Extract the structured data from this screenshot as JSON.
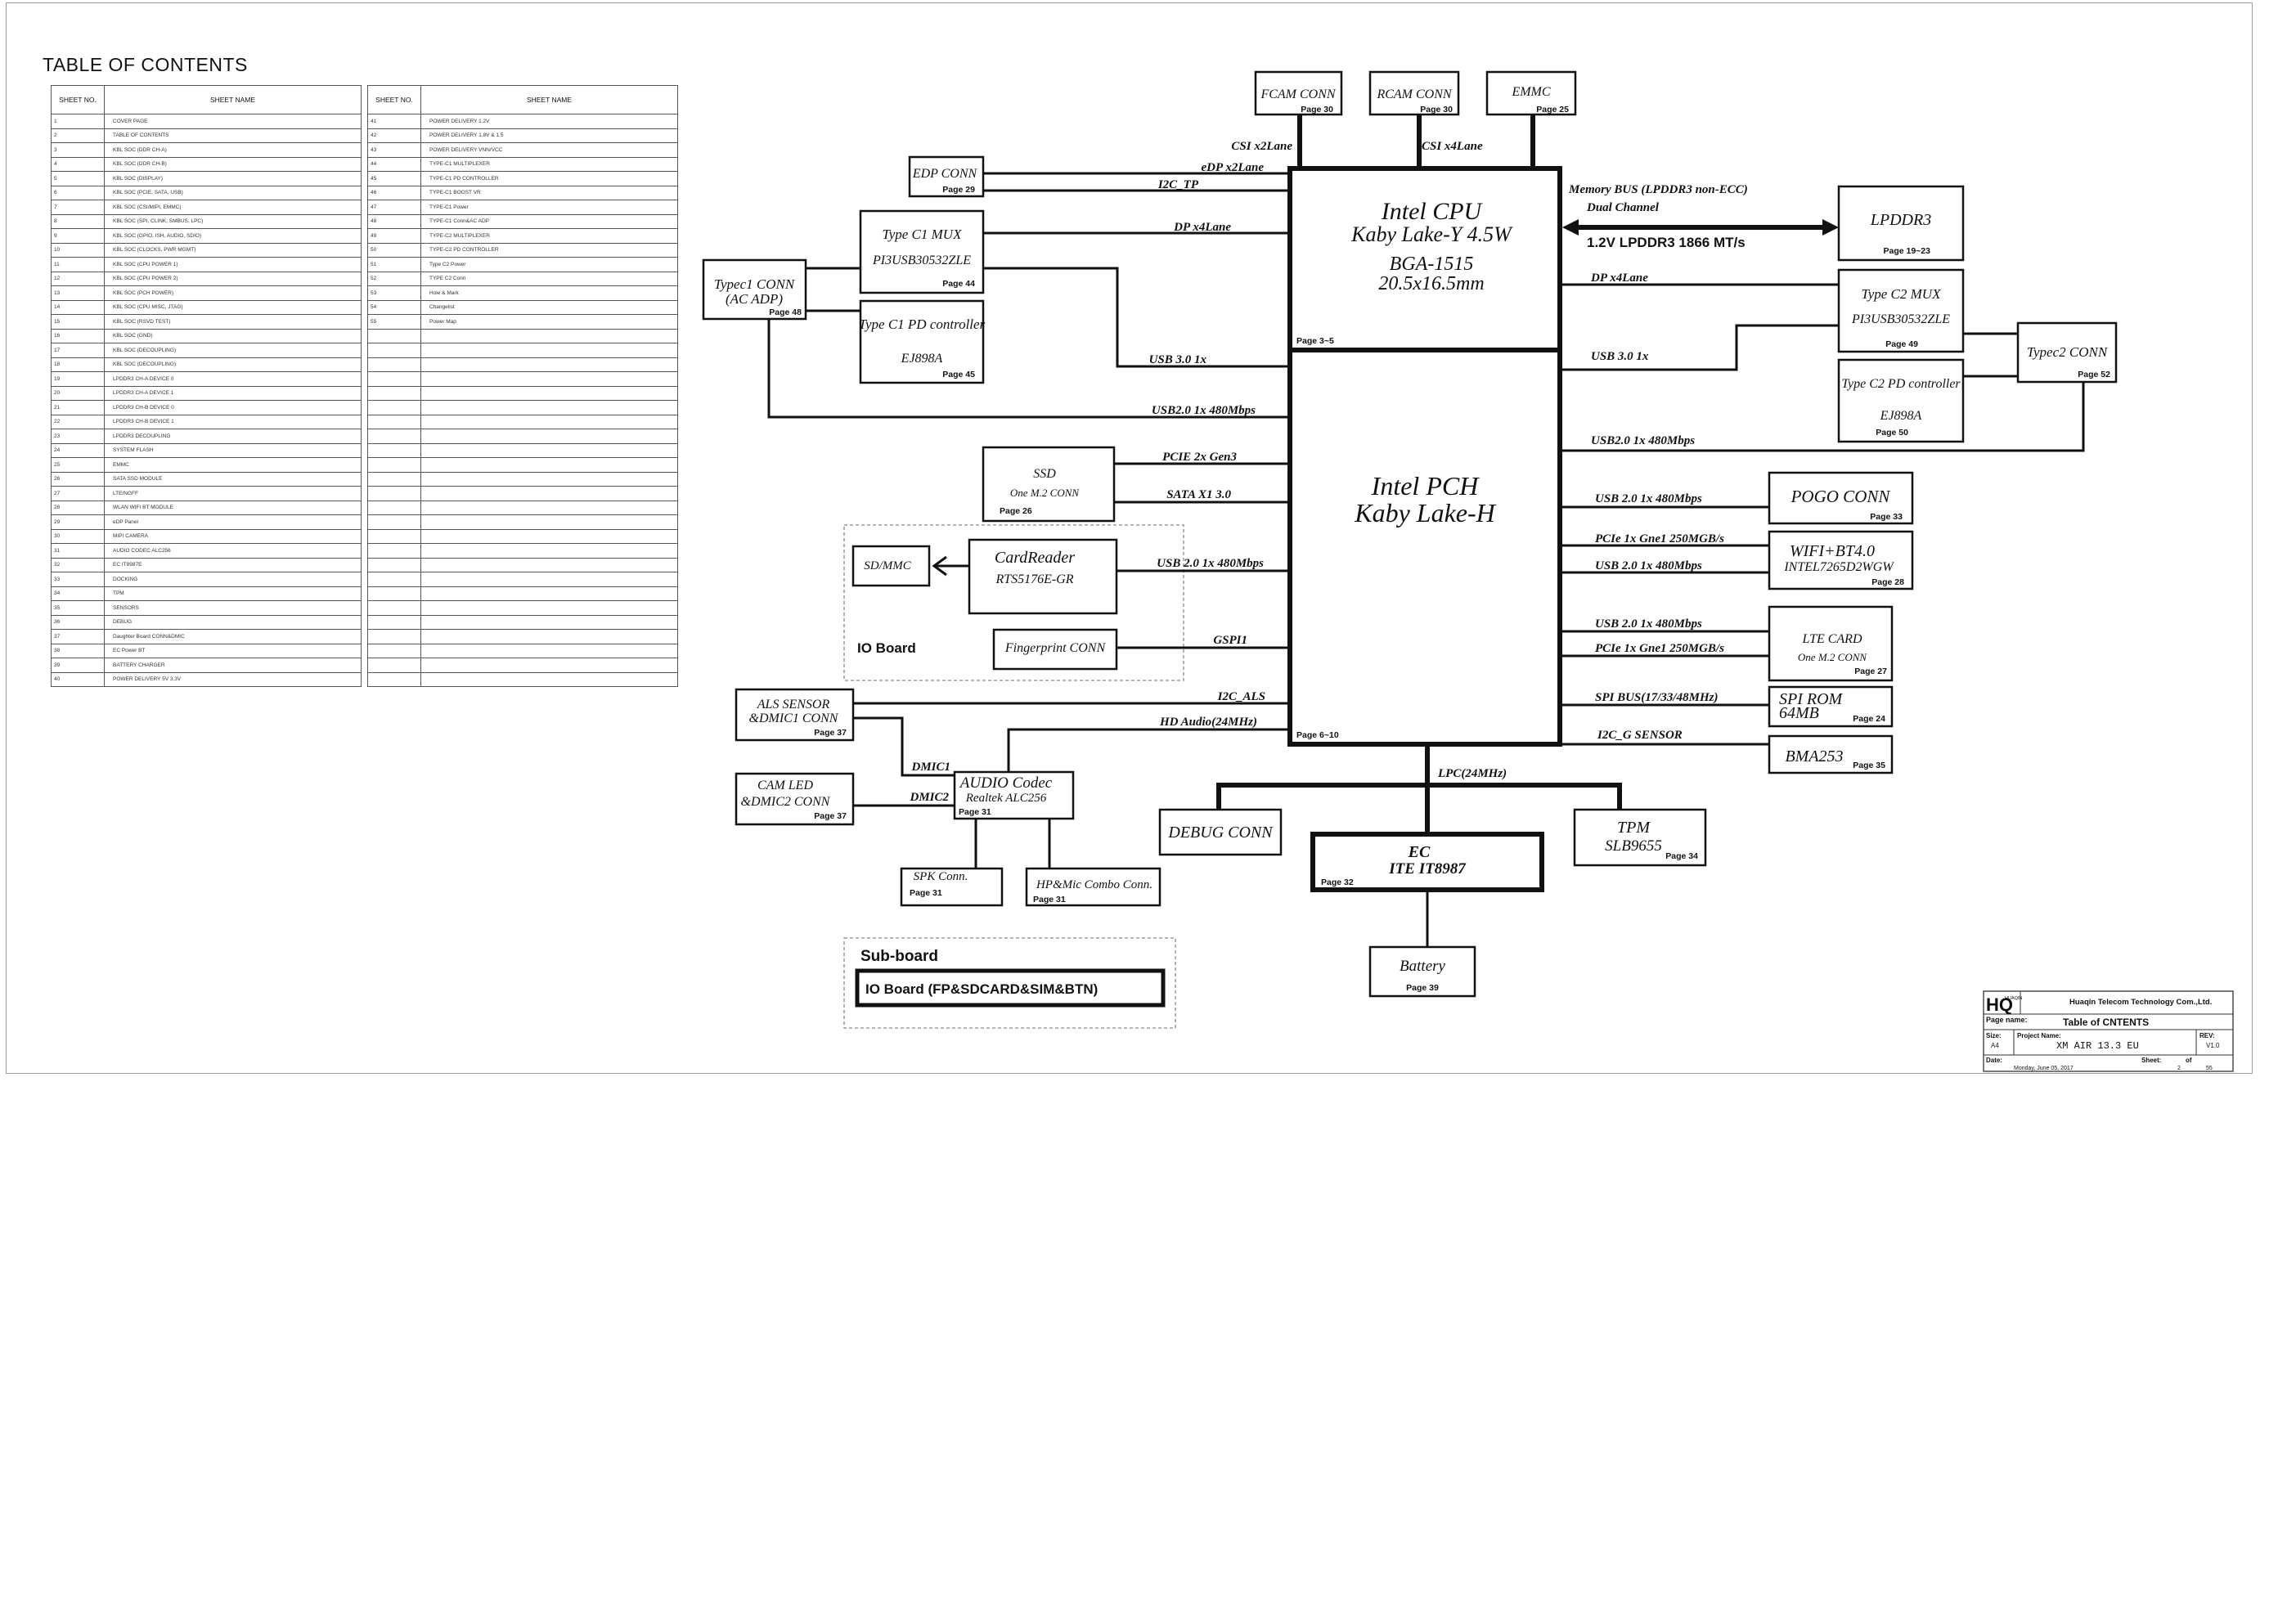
{
  "toc": {
    "title": "TABLE OF CONTENTS",
    "header_no": "SHEET NO.",
    "header_name": "SHEET NAME",
    "left": [
      {
        "no": "1",
        "name": "COVER PAGE"
      },
      {
        "no": "2",
        "name": "TABLE OF CONTENTS"
      },
      {
        "no": "3",
        "name": "KBL SOC (DDR CH-A)"
      },
      {
        "no": "4",
        "name": "KBL SOC (DDR CH-B)"
      },
      {
        "no": "5",
        "name": "KBL SOC (DISPLAY)"
      },
      {
        "no": "6",
        "name": "KBL SOC (PCIE, SATA, USB)"
      },
      {
        "no": "7",
        "name": "KBL SOC (CSI/MIPI, EMMC)"
      },
      {
        "no": "8",
        "name": "KBL SOC (SPI, CLINK, SMBUS, LPC)"
      },
      {
        "no": "9",
        "name": "KBL SOC (GPIO, ISH, AUDIO, SDIO)"
      },
      {
        "no": "10",
        "name": "KBL SOC (CLOCKS, PWR MGMT)"
      },
      {
        "no": "11",
        "name": "KBL SOC (CPU POWER 1)"
      },
      {
        "no": "12",
        "name": "KBL SOC (CPU POWER 2)"
      },
      {
        "no": "13",
        "name": "KBL SOC (PCH POWER)"
      },
      {
        "no": "14",
        "name": "KBL SOC (CPU MISC, JTAG)"
      },
      {
        "no": "15",
        "name": "KBL SOC (RSVD TEST)"
      },
      {
        "no": "16",
        "name": "KBL SOC (GND)"
      },
      {
        "no": "17",
        "name": "KBL SOC (DECOUPLING)"
      },
      {
        "no": "18",
        "name": "KBL SOC (DECOUPLING)"
      },
      {
        "no": "19",
        "name": "LPDDR3 CH-A DEVICE 0"
      },
      {
        "no": "20",
        "name": "LPDDR3 CH-A DEVICE 1"
      },
      {
        "no": "21",
        "name": "LPDDR3 CH-B DEVICE 0"
      },
      {
        "no": "22",
        "name": "LPDDR3 CH-B DEVICE 1"
      },
      {
        "no": "23",
        "name": "LPDDR3 DECOUPLING"
      },
      {
        "no": "24",
        "name": "SYSTEM FLASH"
      },
      {
        "no": "25",
        "name": "EMMC"
      },
      {
        "no": "26",
        "name": "SATA SSD MODULE"
      },
      {
        "no": "27",
        "name": "LTE/NGFF"
      },
      {
        "no": "28",
        "name": "WLAN WIFI BT MODULE"
      },
      {
        "no": "29",
        "name": "eDP Panel"
      },
      {
        "no": "30",
        "name": "MIPI CAMERA"
      },
      {
        "no": "31",
        "name": "AUDIO CODEC ALC256"
      },
      {
        "no": "32",
        "name": "EC IT8987E"
      },
      {
        "no": "33",
        "name": "DOCKING"
      },
      {
        "no": "34",
        "name": "TPM"
      },
      {
        "no": "35",
        "name": "SENSORS"
      },
      {
        "no": "36",
        "name": "DEBUG"
      },
      {
        "no": "37",
        "name": "Daughter Board CONN&DMIC"
      },
      {
        "no": "38",
        "name": "EC Power BT"
      },
      {
        "no": "39",
        "name": "BATTERY CHARGER"
      },
      {
        "no": "40",
        "name": "POWER DELIVERY 5V 3.3V"
      }
    ],
    "right": [
      {
        "no": "41",
        "name": "POWER DELIVERY 1.2V"
      },
      {
        "no": "42",
        "name": "POWER DELIVERY 1.8V & 1.5"
      },
      {
        "no": "43",
        "name": "POWER DELIVERY VNN/VCC"
      },
      {
        "no": "44",
        "name": "TYPE-C1 MULTIPLEXER"
      },
      {
        "no": "45",
        "name": "TYPE-C1 PD CONTROLLER"
      },
      {
        "no": "46",
        "name": "TYPE-C1 BOOST VR"
      },
      {
        "no": "47",
        "name": "TYPE-C1 Power"
      },
      {
        "no": "48",
        "name": "TYPE-C1 Conn&AC ADP"
      },
      {
        "no": "49",
        "name": "TYPE-C2 MULTIPLEXER"
      },
      {
        "no": "50",
        "name": "TYPE-C2 PD CONTROLLER"
      },
      {
        "no": "51",
        "name": "Type C2 Power"
      },
      {
        "no": "52",
        "name": "TYPE C2 Conn"
      },
      {
        "no": "53",
        "name": "Hole & Mark"
      },
      {
        "no": "54",
        "name": "Changelist"
      },
      {
        "no": "55",
        "name": "Power Map"
      }
    ],
    "total_rows": 40
  },
  "diagram": {
    "cpu": {
      "title": "Intel CPU",
      "line2": "Kaby Lake-Y 4.5W",
      "line3": "BGA-1515",
      "line4": "20.5x16.5mm",
      "page": "Page 3~5"
    },
    "pch": {
      "title": "Intel PCH",
      "line2": "Kaby Lake-H",
      "page": "Page 6~10"
    },
    "fcam": {
      "title": "FCAM CONN",
      "page": "Page 30"
    },
    "rcam": {
      "title": "RCAM CONN",
      "page": "Page 30"
    },
    "emmc": {
      "title": "EMMC",
      "page": "Page 25"
    },
    "edp": {
      "title": "EDP CONN",
      "page": "Page 29"
    },
    "typec1_mux": {
      "title": "Type C1 MUX",
      "part": "PI3USB30532ZLE",
      "page": "Page 44"
    },
    "typec1_pd": {
      "title": "Type C1 PD controller",
      "part": "EJ898A",
      "page": "Page 45"
    },
    "typec1_conn": {
      "title": "Typec1 CONN",
      "sub": "(AC ADP)",
      "page": "Page 48"
    },
    "lpddr3": {
      "title": "LPDDR3",
      "page": "Page 19~23"
    },
    "typec2_mux": {
      "title": "Type C2 MUX",
      "part": "PI3USB30532ZLE",
      "page": "Page 49"
    },
    "typec2_pd": {
      "title": "Type C2 PD controller",
      "part": "EJ898A",
      "page": "Page 50"
    },
    "typec2_conn": {
      "title": "Typec2 CONN",
      "page": "Page 52"
    },
    "ssd": {
      "title": "SSD",
      "sub": "One M.2 CONN",
      "page": "Page 26"
    },
    "sdmmc": {
      "title": "SD/MMC"
    },
    "cardreader": {
      "title": "CardReader",
      "part": "RTS5176E-GR"
    },
    "fingerprint": {
      "title": "Fingerprint CONN"
    },
    "io_board_label": "IO Board",
    "als": {
      "title": "ALS SENSOR",
      "sub": "&DMIC1 CONN",
      "page": "Page 37"
    },
    "camled": {
      "title": "CAM LED",
      "sub": "&DMIC2 CONN",
      "page": "Page 37"
    },
    "audio": {
      "title": "AUDIO Codec",
      "part": "Realtek ALC256",
      "page": "Page 31"
    },
    "spk": {
      "title": "SPK Conn.",
      "page": "Page 31"
    },
    "hpmic": {
      "title": "HP&Mic Combo Conn.",
      "page": "Page 31"
    },
    "pogo": {
      "title": "POGO CONN",
      "page": "Page 33"
    },
    "wifi": {
      "title": "WIFI+BT4.0",
      "part": "INTEL7265D2WGW",
      "page": "Page 28"
    },
    "lte": {
      "title": "LTE CARD",
      "sub": "One M.2 CONN",
      "page": "Page 27"
    },
    "spirom": {
      "title": "SPI ROM",
      "sub": "64MB",
      "page": "Page 24"
    },
    "bma": {
      "title": "BMA253",
      "page": "Page 35"
    },
    "debug": {
      "title": "DEBUG CONN"
    },
    "ec": {
      "title": "EC",
      "part": "ITE IT8987",
      "page": "Page 32"
    },
    "tpm": {
      "title": "TPM",
      "part": "SLB9655",
      "page": "Page 34"
    },
    "battery": {
      "title": "Battery",
      "page": "Page 39"
    },
    "subboard": {
      "title": "Sub-board",
      "item": "IO Board (FP&SDCARD&SIM&BTN)"
    },
    "buses": {
      "csi2": "CSI x2Lane",
      "csi4": "CSI x4Lane",
      "edp": "eDP x2Lane",
      "i2c_tp": "I2C_TP",
      "dp_left": "DP x4Lane",
      "usb3_left": "USB 3.0 1x",
      "usb2_left": "USB2.0 1x  480Mbps",
      "mem1": "Memory BUS (LPDDR3 non-ECC)",
      "mem2": "Dual Channel",
      "mem3": "1.2V LPDDR3 1866 MT/s",
      "dp_right": "DP x4Lane",
      "usb3_right": "USB 3.0 1x",
      "usb2_right": "USB2.0 1x  480Mbps",
      "pcie_ssd": "PCIE 2x Gen3",
      "sata": "SATA X1 3.0",
      "usb2_card": "USB 2.0 1x  480Mbps",
      "gspi": "GSPI1",
      "i2c_als": "I2C_ALS",
      "hda": "HD Audio(24MHz)",
      "dmic1": "DMIC1",
      "dmic2": "DMIC2",
      "usb_pogo": "USB 2.0 1x  480Mbps",
      "pcie_wifi": "PCIe 1x Gne1 250MGB/s",
      "usb_wifi": "USB 2.0 1x  480Mbps",
      "usb_lte": "USB 2.0 1x  480Mbps",
      "pcie_lte": "PCIe 1x Gne1 250MGB/s",
      "spi": "SPI BUS(17/33/48MHz)",
      "i2c_g": "I2C_G SENSOR",
      "lpc": "LPC(24MHz)"
    }
  },
  "title_block": {
    "logo_text": "HQ",
    "logo_small": "HUAQIN",
    "company": "Huaqin Telecom Technology Com.,Ltd.",
    "page_name_label": "Page name:",
    "page_name": "Table of CNTENTS",
    "size_label": "Size:",
    "size": "A4",
    "project_label": "Project Name:",
    "project": "XM AIR 13.3 EU",
    "rev_label": "REV:",
    "rev": "V1.0",
    "date_label": "Date:",
    "date": "Monday, June 05, 2017",
    "sheet_label": "Sheet:",
    "of_label": "of",
    "sheet": "2",
    "of": "55"
  }
}
